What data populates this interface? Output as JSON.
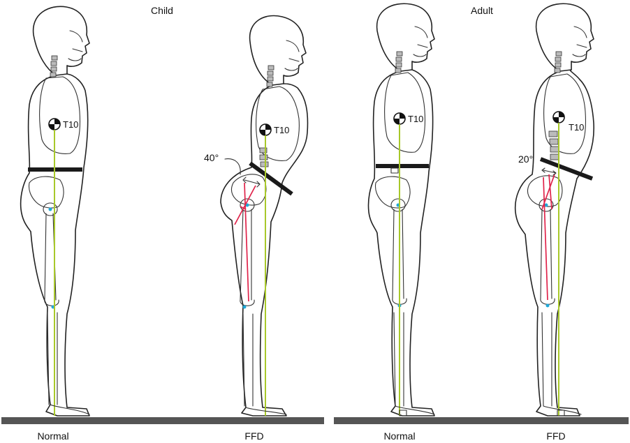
{
  "groups": {
    "child": "Child",
    "adult": "Adult"
  },
  "figures": [
    {
      "id": "child-normal",
      "caption": "Normal",
      "marker": "T10"
    },
    {
      "id": "child-ffd",
      "caption": "FFD",
      "marker": "T10",
      "angle": "40°"
    },
    {
      "id": "adult-normal",
      "caption": "Normal",
      "marker": "T10"
    },
    {
      "id": "adult-ffd",
      "caption": "FFD",
      "marker": "T10",
      "angle": "20°"
    }
  ],
  "colors": {
    "gravity_line": "#a8c82a",
    "muscle_line": "#e0234a",
    "floor": "#555555",
    "pelvic_bar": "#1a1a1a"
  }
}
